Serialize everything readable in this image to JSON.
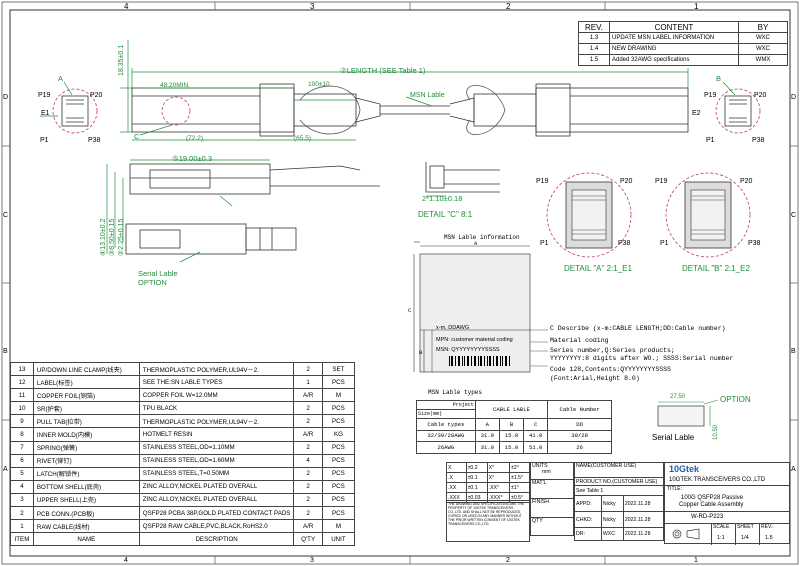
{
  "border": {
    "top_zones": [
      "4",
      "3",
      "2",
      "1"
    ],
    "bottom_zones": [
      "4",
      "3",
      "2",
      "1"
    ],
    "left_zones": [
      "D",
      "C",
      "B",
      "A"
    ],
    "right_zones": [
      "D",
      "C",
      "B",
      "A"
    ]
  },
  "revision_table": {
    "headers": [
      "REV.",
      "CONTENT",
      "BY"
    ],
    "rows": [
      {
        "rev": "1.3",
        "content": "UPDATE MSN LABEL INFORMATION",
        "by": "WXC"
      },
      {
        "rev": "1.4",
        "content": "NEW DRAWING",
        "by": "WXC"
      },
      {
        "rev": "1.5",
        "content": "Added 32AWG specifications",
        "by": "WMX"
      }
    ]
  },
  "top_view": {
    "length_label": "②LENGTH (SEE Table 1)",
    "height_dim": "18.35±0.1",
    "width_dim": "48.20MIN.",
    "loop_dim": "100±10",
    "dim_72": "(72.2)",
    "dim_65": "(65.5)",
    "msn_label": "MSN Lable",
    "end_e1": "E1",
    "end_e2": "E2",
    "label_a": "A",
    "label_b": "B",
    "label_c": "C",
    "pin_p19": "P19",
    "pin_p20": "P20",
    "pin_p1": "P1",
    "pin_p38": "P38"
  },
  "side_view": {
    "dim_19": "⑤19.00±0.3",
    "dim_13": "④13.10±0.2",
    "dim_8": "③8.50±0.15",
    "dim_2": "②2.25±0.15",
    "serial_label": "Serial Lable",
    "option": "OPTION"
  },
  "detail_c": {
    "dim": "2*1.10±0.18",
    "title": "DETAIL \"C\" 8:1"
  },
  "detail_a": {
    "title": "DETAIL \"A\" 2:1_E1",
    "pins": [
      "P19",
      "P20",
      "P1",
      "P38"
    ]
  },
  "detail_b": {
    "title": "DETAIL \"B\" 2:1_E2",
    "pins": [
      "P19",
      "P20",
      "P1",
      "P38"
    ]
  },
  "msn_info": {
    "title": "MSN Lable information",
    "dim_a": "A",
    "dim_b": "B",
    "dim_c": "C",
    "line1": "x-m, DDAWG",
    "line2": "MPN: customer material coding",
    "line3": "MSN: QYYYYYYYYSSSS",
    "notes": [
      "C Describe (x-m:CABLE LENGTH;DD:Cable number)",
      "Material coding",
      "Series number,Q:Series products;",
      "YYYYYYYY:8 digits after WO.; SSSS:Serial number",
      "Code 128,Contents:QYYYYYYYYSSSS",
      "(Font:Arial,Height 8.0)"
    ]
  },
  "msn_types": {
    "title": "MSN Lable types",
    "corner_top": "Project",
    "corner_bottom": "Size(mm)",
    "group_header": "CABLE  LABLE",
    "cable_number_header": "Cable Number",
    "col_headers": [
      "Cable types",
      "A",
      "B",
      "C",
      "DD"
    ],
    "rows": [
      [
        "32/30/28AWG",
        "31.0",
        "15.0",
        "41.0",
        "30/28"
      ],
      [
        "26AWG",
        "31.0",
        "15.0",
        "51.0",
        "26"
      ]
    ]
  },
  "serial_label": {
    "dim_w": "27.50",
    "dim_h": "10.50",
    "option": "OPTION",
    "caption": "Serial Lable"
  },
  "bom": {
    "header": {
      "item": "ITEM",
      "name": "NAME",
      "desc": "DESCRIPTION",
      "qty": "Q'TY",
      "unit": "UNIT"
    },
    "rows": [
      {
        "n": "13",
        "name": "UP/DOWN LINE CLAMP(线夹)",
        "desc": "THERMOPLASTIC POLYMER,UL94V－2.",
        "qty": "2",
        "unit": "SET"
      },
      {
        "n": "12",
        "name": "LABEL(标签)",
        "desc": "SEE THE:SN LABLE TYPES",
        "qty": "1",
        "unit": "PCS"
      },
      {
        "n": "11",
        "name": "COPPER FOIL(铜箔)",
        "desc": "COPPER FOIL W=12.0MM",
        "qty": "A/R",
        "unit": "M"
      },
      {
        "n": "10",
        "name": "SR(护套)",
        "desc": "TPU BLACK",
        "qty": "2",
        "unit": "PCS"
      },
      {
        "n": "9",
        "name": "PULL TAB(拉带)",
        "desc": "THERMOPLASTIC POLYMER,UL94V－2.",
        "qty": "2",
        "unit": "PCS"
      },
      {
        "n": "8",
        "name": "INNER MOLD(内模)",
        "desc": "HOTMELT RESIN",
        "qty": "A/R",
        "unit": "KG"
      },
      {
        "n": "7",
        "name": "SPRING(弹簧)",
        "desc": "STAINLESS STEEL,OD=1.10MM",
        "qty": "2",
        "unit": "PCS"
      },
      {
        "n": "6",
        "name": "RIVET(铆钉)",
        "desc": "STAINLESS STEEL,OD=1.60MM",
        "qty": "4",
        "unit": "PCS"
      },
      {
        "n": "5",
        "name": "LATCH(解锁件)",
        "desc": "STAINLESS STEEL,T=0.50MM",
        "qty": "2",
        "unit": "PCS"
      },
      {
        "n": "4",
        "name": "BOTTOM SHELL(底壳)",
        "desc": "ZINC ALLOY,NICKEL PLATED OVERALL",
        "qty": "2",
        "unit": "PCS"
      },
      {
        "n": "3",
        "name": "UPPER SHELL(上壳)",
        "desc": "ZINC ALLOY,NICKEL PLATED OVERALL",
        "qty": "2",
        "unit": "PCS"
      },
      {
        "n": "2",
        "name": "PCB CONN.(PCB板)",
        "desc": "QSFP28 PCBA 38P,GOLD PLATED CONTACT PADS",
        "qty": "2",
        "unit": "PCS"
      },
      {
        "n": "1",
        "name": "RAW CABLE(线材)",
        "desc": "QSFP28 RAW CABLE,PVC,BLACK,RoHS2.0",
        "qty": "A/R",
        "unit": "M"
      }
    ]
  },
  "title_block": {
    "tolerances": [
      [
        "X",
        "±0.2",
        "X°",
        "±2°"
      ],
      [
        ".X",
        "±0.1",
        "X°",
        "±1.5°"
      ],
      [
        ".XX",
        "±0.1",
        ".XX°",
        "±1°"
      ],
      [
        ".XXX",
        "±0.03",
        ".XXX°",
        "±0.5°"
      ]
    ],
    "units_label": "UNITS",
    "units_value": "mm",
    "matl_label": "MAT'L",
    "finish_label": "FINISH",
    "qty_label": "QTY",
    "notice": "THE DRAWING AND SPECIFICATIONS ARE THE PROPERTY OF 10GTEK TRANSCEIVERS CO.,LTD. AND SHALL NOT BE REPRODUCED, COPIED OR USED IN ANY MANNER WITHOUT THE PRIOR WRITTEN CONSENT OF 10GTEK TRANSCEIVERS CO.,LTD.",
    "name_label": "NAME(CUSTOMER USE)",
    "prod_no_label": "PRODUCT NO.(CUSTOMER USE)",
    "prod_no_value": "See Table 1",
    "apprd_label": "APPD:",
    "apprd_name": "Nicky",
    "apprd_date": "2022.11.28",
    "chkd_label": "CHKD:",
    "chkd_name": "Nicky",
    "chkd_date": "2022.11.28",
    "dr_label": "DR:",
    "dr_name": "WXC",
    "dr_date": "2022.11.28",
    "brand": "10Gtek",
    "company": "10GTEK TRANSCEIVERS CO.,LTD",
    "title_label": "TITLE:",
    "title_1": "100G QSFP28 Passive",
    "title_2": "Copper Cable Assembly",
    "doc_no": "W-RD-P223",
    "scale_label": "SCALE",
    "sheet_label": "SHEET",
    "rev_label": "REV.:",
    "scale": "1:1",
    "sheet": "1/4",
    "rev": "1.5"
  }
}
